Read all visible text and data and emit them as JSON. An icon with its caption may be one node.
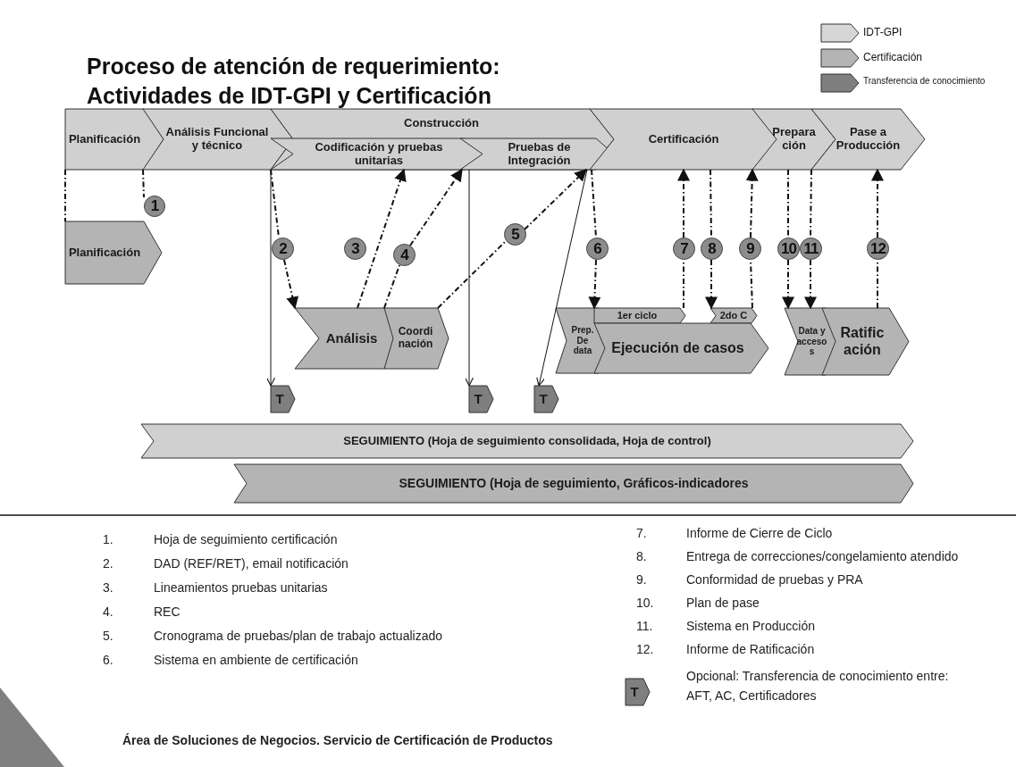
{
  "diagram": {
    "title": "Proceso de atención de requerimiento: Actividades de IDT-GPI y Certificación",
    "nodes": [
      {
        "text": [
          "Planificación"
        ]
      },
      {
        "text": [
          "Análisis Funcional y técnico"
        ]
      },
      {
        "text": [
          "Construcción"
        ]
      },
      {
        "text": [
          "Codificación y pruebas unitarias"
        ],
        "in": 2
      },
      {
        "text": [
          "Pruebas de Integración"
        ],
        "in": 2
      },
      {
        "text": [
          "Certificación"
        ]
      },
      {
        "text": [
          "Prepara ción"
        ]
      },
      {
        "text": [
          "Pase a Producción"
        ]
      },
      {
        "text": [
          "Planificación"
        ]
      },
      {
        "text": [
          "Análisis"
        ]
      },
      {
        "text": [
          "Coordi nación"
        ]
      },
      {
        "text": [
          "Prep. De data"
        ]
      },
      {
        "text": [
          "1er ciclo"
        ]
      },
      {
        "text": [
          "2do C"
        ]
      },
      {
        "text": [
          "Ejecución de casos"
        ]
      },
      {
        "text": [
          "Data y acceso s"
        ]
      },
      {
        "text": [
          "Ratific ación"
        ]
      },
      {
        "text": [
          "T"
        ]
      },
      {
        "text": [
          "T"
        ]
      },
      {
        "text": [
          "T"
        ]
      },
      {
        "text": [
          "SEGUIMIENTO (Hoja de seguimiento consolidada, Hoja de control)"
        ]
      },
      {
        "text": [
          "SEGUIMIENTO (Hoja de seguimiento, Gráficos-indicadores"
        ]
      },
      {
        "text": [
          "1"
        ]
      },
      {
        "text": [
          "2"
        ]
      },
      {
        "text": [
          "3"
        ]
      },
      {
        "text": [
          "4"
        ]
      },
      {
        "text": [
          "5"
        ]
      },
      {
        "text": [
          "6"
        ]
      },
      {
        "text": [
          "7"
        ]
      },
      {
        "text": [
          "8"
        ]
      },
      {
        "text": [
          "9"
        ]
      },
      {
        "text": [
          "10"
        ]
      },
      {
        "text": [
          "11"
        ]
      },
      {
        "text": [
          "12"
        ]
      },
      {
        "text": [
          "T"
        ]
      }
    ],
    "edges": [
      {
        "from": 0,
        "to": 8,
        "arrow": "none",
        "style": "dashed"
      },
      {
        "from": 0,
        "to": 22,
        "arrow": "none",
        "style": "dashed"
      },
      {
        "from": 1,
        "to": 23,
        "arrow": "none",
        "style": "dashed"
      },
      {
        "from": 23,
        "to": 9,
        "arrow": "to",
        "style": "dashed"
      },
      {
        "from": 1,
        "to": 17,
        "arrow": "to"
      },
      {
        "from": 9,
        "to": 3,
        "arrow": "to",
        "style": "dashed"
      },
      {
        "from": 9,
        "to": 25,
        "arrow": "none",
        "style": "dashed"
      },
      {
        "from": 25,
        "to": 3,
        "arrow": "to",
        "style": "dashed"
      },
      {
        "from": 10,
        "to": 26,
        "arrow": "none",
        "style": "dashed"
      },
      {
        "from": 26,
        "to": 4,
        "arrow": "to",
        "style": "dashed"
      },
      {
        "from": 3,
        "to": 18,
        "arrow": "to"
      },
      {
        "from": 4,
        "to": 19,
        "arrow": "to"
      },
      {
        "from": 4,
        "to": 27,
        "arrow": "none",
        "style": "dashed"
      },
      {
        "from": 27,
        "to": 11,
        "arrow": "to",
        "style": "dashed"
      },
      {
        "from": 12,
        "to": 28,
        "arrow": "none",
        "style": "dashed"
      },
      {
        "from": 28,
        "to": 5,
        "arrow": "to",
        "style": "dashed"
      },
      {
        "from": 5,
        "to": 29,
        "arrow": "none",
        "style": "dashed"
      },
      {
        "from": 29,
        "to": 13,
        "arrow": "to",
        "style": "dashed"
      },
      {
        "from": 13,
        "to": 30,
        "arrow": "none",
        "style": "dashed"
      },
      {
        "from": 30,
        "to": 5,
        "arrow": "to",
        "style": "dashed"
      },
      {
        "from": 6,
        "to": 31,
        "arrow": "none",
        "style": "dashed"
      },
      {
        "from": 31,
        "to": 15,
        "arrow": "to",
        "style": "dashed"
      },
      {
        "from": 7,
        "to": 32,
        "arrow": "none",
        "style": "dashed"
      },
      {
        "from": 32,
        "to": 15,
        "arrow": "to",
        "style": "dashed"
      },
      {
        "from": 16,
        "to": 33,
        "arrow": "none",
        "style": "dashed"
      },
      {
        "from": 33,
        "to": 7,
        "arrow": "to",
        "style": "dashed"
      }
    ],
    "labels": [
      "1.",
      "Hoja de seguimiento certificación",
      "2.",
      "DAD (REF/RET), email notificación",
      "3.",
      "Lineamientos pruebas unitarias",
      "4.",
      "REC",
      "5.",
      "Cronograma de pruebas/plan de trabajo actualizado",
      "6.",
      "Sistema en ambiente de certificación",
      "7.",
      "Informe de Cierre de Ciclo",
      "8.",
      "Entrega de correcciones/congelamiento atendido",
      "9.",
      "Conformidad de pruebas y PRA",
      "10.",
      "Plan de pase",
      "11.",
      "Sistema en Producción",
      "12.",
      "Informe de Ratificación",
      "Opcional: Transferencia de conocimiento entre: AFT, AC, Certificadores",
      "Área de Soluciones de Negocios. Servicio de Certificación de Productos"
    ],
    "legend": [
      {
        "text": "IDT-GPI",
        "color": "#d6d6d6"
      },
      {
        "text": "Certificación",
        "color": "#b4b4b4"
      },
      {
        "text": "Transferencia de conocimiento",
        "color": "#7f7f7f"
      }
    ]
  }
}
